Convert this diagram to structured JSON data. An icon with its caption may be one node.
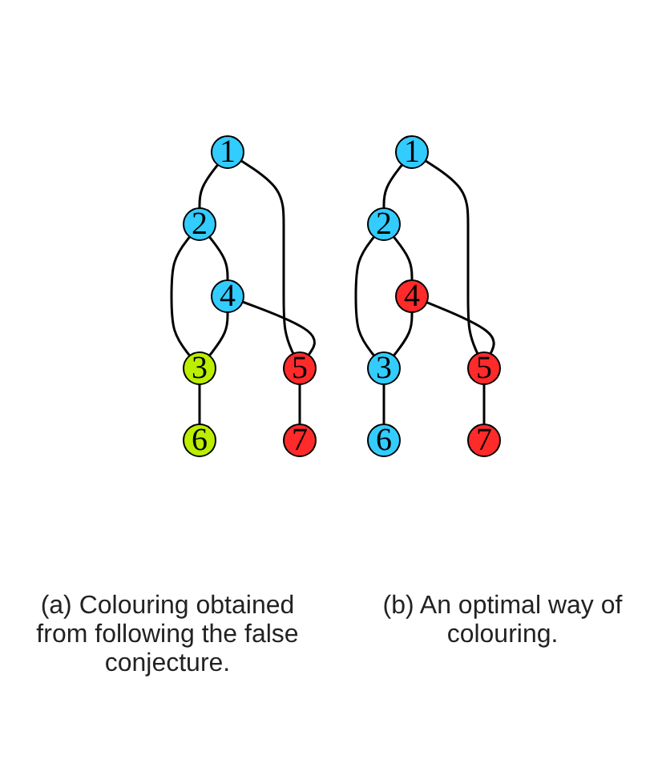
{
  "diagram": {
    "nodes": [
      {
        "text": [
          "1"
        ]
      },
      {
        "text": [
          "2"
        ]
      },
      {
        "text": [
          "4"
        ]
      },
      {
        "text": [
          "3"
        ]
      },
      {
        "text": [
          "5"
        ]
      },
      {
        "text": [
          "6"
        ]
      },
      {
        "text": [
          "7"
        ]
      },
      {
        "text": [
          "1"
        ]
      },
      {
        "text": [
          "2"
        ]
      },
      {
        "text": [
          "4"
        ]
      },
      {
        "text": [
          "3"
        ]
      },
      {
        "text": [
          "5"
        ]
      },
      {
        "text": [
          "6"
        ]
      },
      {
        "text": [
          "7"
        ]
      }
    ],
    "edges": [
      {
        "from": 0,
        "to": 1,
        "arrow": "none"
      },
      {
        "from": 0,
        "to": 4,
        "arrow": "none"
      },
      {
        "from": 1,
        "to": 2,
        "arrow": "none"
      },
      {
        "from": 1,
        "to": 3,
        "arrow": "none"
      },
      {
        "from": 2,
        "to": 3,
        "arrow": "none"
      },
      {
        "from": 2,
        "to": 4,
        "arrow": "none"
      },
      {
        "from": 3,
        "to": 5,
        "arrow": "none"
      },
      {
        "from": 4,
        "to": 6,
        "arrow": "none"
      },
      {
        "from": 7,
        "to": 8,
        "arrow": "none"
      },
      {
        "from": 7,
        "to": 11,
        "arrow": "none"
      },
      {
        "from": 8,
        "to": 9,
        "arrow": "none"
      },
      {
        "from": 8,
        "to": 10,
        "arrow": "none"
      },
      {
        "from": 9,
        "to": 10,
        "arrow": "none"
      },
      {
        "from": 9,
        "to": 11,
        "arrow": "none"
      },
      {
        "from": 10,
        "to": 12,
        "arrow": "none"
      },
      {
        "from": 11,
        "to": 13,
        "arrow": "none"
      }
    ],
    "labels": [
      "(a) Colouring obtained from following the false conjecture.",
      "(b) An optimal way of colouring."
    ]
  }
}
